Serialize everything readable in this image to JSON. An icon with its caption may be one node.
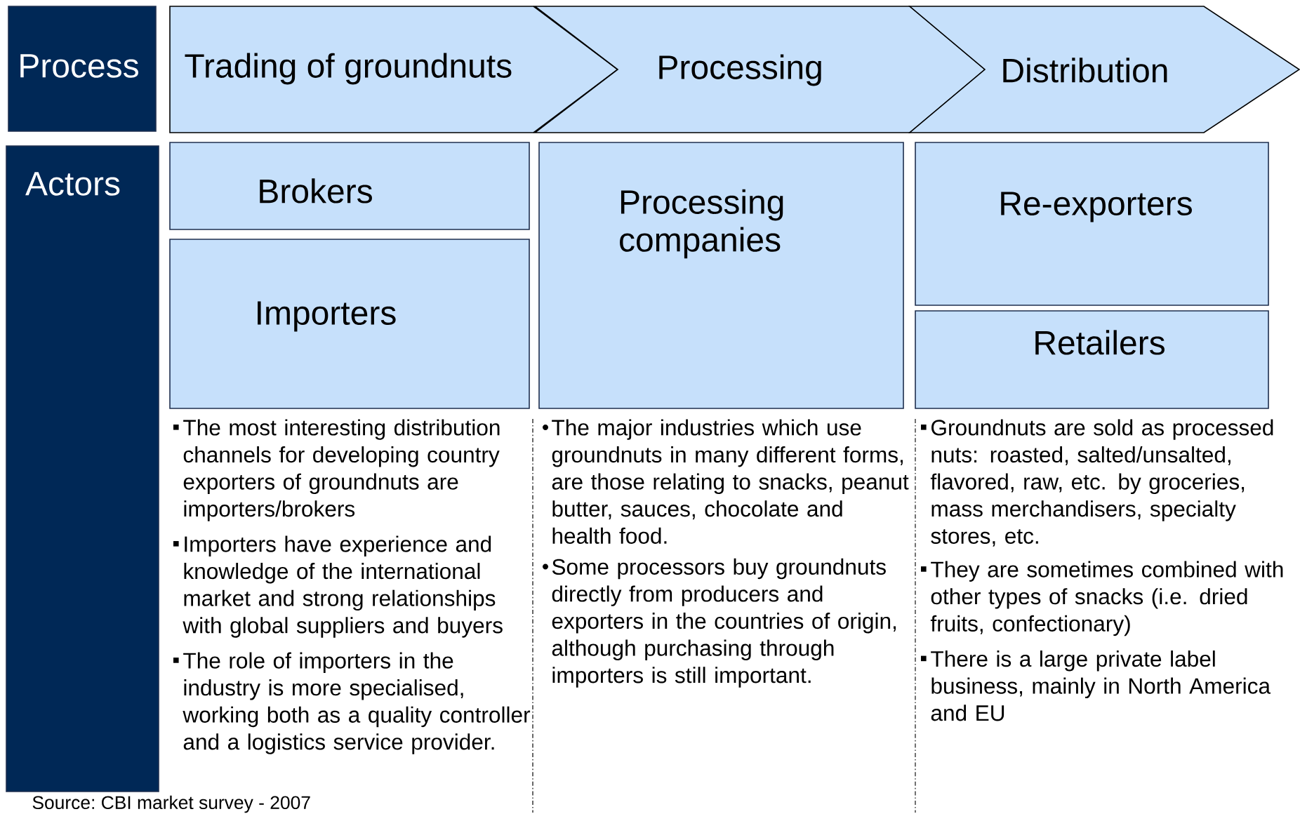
{
  "diagram": {
    "caption": "Source: CBI market survey - 2007",
    "nodes": [
      {
        "text": [
          "Process"
        ]
      },
      {
        "text": [
          "Actors"
        ]
      },
      {
        "text": [
          "Trading of groundnuts"
        ]
      },
      {
        "text": [
          "Processing"
        ]
      },
      {
        "text": [
          "Distribution"
        ]
      },
      {
        "text": [
          "Brokers"
        ]
      },
      {
        "text": [
          "Importers"
        ]
      },
      {
        "text": [
          "Processing companies"
        ]
      },
      {
        "text": [
          "Re-exporters"
        ]
      },
      {
        "text": [
          "Retailers"
        ]
      }
    ],
    "labels": [
      "The most interesting distribution channels for developing country exporters of groundnuts are importers/brokers",
      "Importers have experience and knowledge of the international market and strong relationships with global suppliers and buyers",
      "The role of importers in the industry is more specialised, working both as a quality controller and a logistics service provider.",
      "The major industries which use groundnuts in many different forms, are those relating to snacks, peanut butter, sauces, chocolate and health food.",
      "Some processors buy groundnuts directly from producers and exporters in the countries of origin, although purchasing through importers is still important.",
      "Groundnuts are sold as processed nuts: roasted, salted/unsalted, flavored, raw, etc. by groceries, mass merchandisers, specialty stores, etc.",
      "They are sometimes combined with other types of snacks (i.e. dried fruits, confectionary)",
      "There is a large private label business, mainly in North America and EU"
    ]
  }
}
